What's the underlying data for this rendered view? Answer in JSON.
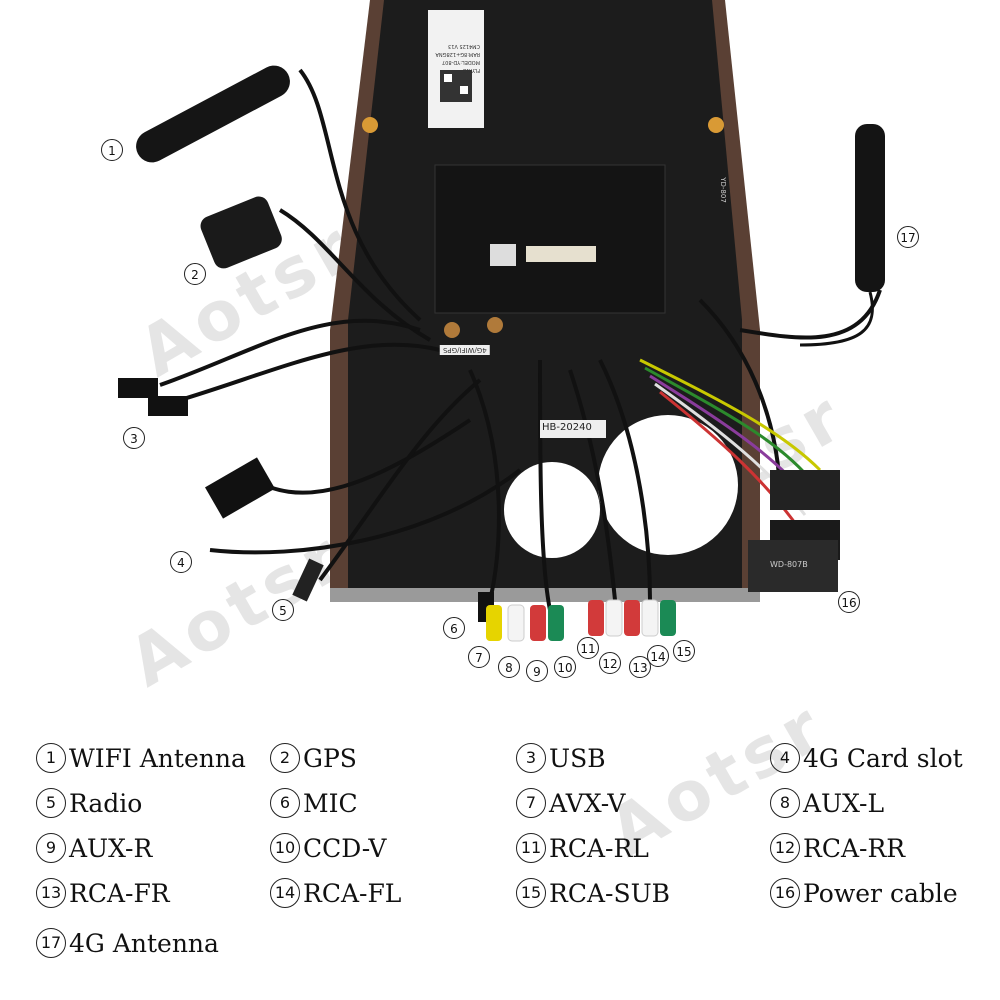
{
  "watermark": "Aotsr",
  "device": {
    "label_lines": [
      "FLYING",
      "MODEL:YD-807",
      "RAM:8G+128GNA",
      "CM4125 V13"
    ],
    "side_label": "YD-807",
    "ribbon_text": "4G/WIFI/GPS",
    "harness_tag": "HB-20240",
    "power_box_text": "WD-807B"
  },
  "callouts": [
    "1",
    "2",
    "3",
    "4",
    "5",
    "6",
    "7",
    "8",
    "9",
    "10",
    "11",
    "12",
    "13",
    "14",
    "15",
    "16",
    "17"
  ],
  "legend": [
    {
      "num": "1",
      "label": "WIFI Antenna"
    },
    {
      "num": "2",
      "label": "GPS"
    },
    {
      "num": "3",
      "label": "USB"
    },
    {
      "num": "4",
      "label": "4G Card slot"
    },
    {
      "num": "5",
      "label": "Radio"
    },
    {
      "num": "6",
      "label": "MIC"
    },
    {
      "num": "7",
      "label": "AVX-V"
    },
    {
      "num": "8",
      "label": "AUX-L"
    },
    {
      "num": "9",
      "label": "AUX-R"
    },
    {
      "num": "10",
      "label": "CCD-V"
    },
    {
      "num": "11",
      "label": "RCA-RL"
    },
    {
      "num": "12",
      "label": "RCA-RR"
    },
    {
      "num": "13",
      "label": "RCA-FR"
    },
    {
      "num": "14",
      "label": "RCA-FL"
    },
    {
      "num": "15",
      "label": "RCA-SUB"
    },
    {
      "num": "16",
      "label": "Power cable"
    },
    {
      "num": "17",
      "label": "4G Antenna"
    }
  ]
}
